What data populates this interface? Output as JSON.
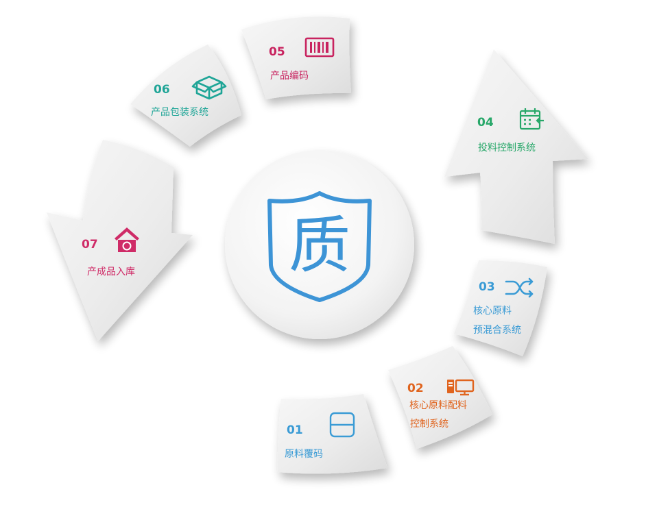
{
  "center": {
    "character": "质",
    "shield_icon": "shield-icon",
    "color": "#3d94d6"
  },
  "steps": [
    {
      "number": "01",
      "lines": [
        "原料覆码"
      ],
      "icon": "scan-frame-icon",
      "color": "#3a9bd5"
    },
    {
      "number": "02",
      "lines": [
        "核心原料配料",
        "控制系统"
      ],
      "icon": "computer-icon",
      "color": "#e0641e"
    },
    {
      "number": "03",
      "lines": [
        "核心原料",
        "预混合系统"
      ],
      "icon": "shuffle-icon",
      "color": "#3a9bd5"
    },
    {
      "number": "04",
      "lines": [
        "投料控制系统"
      ],
      "icon": "calendar-icon",
      "color": "#27a769"
    },
    {
      "number": "05",
      "lines": [
        "产品编码"
      ],
      "icon": "barcode-icon",
      "color": "#c8235f"
    },
    {
      "number": "06",
      "lines": [
        "产品包装系统"
      ],
      "icon": "package-box-icon",
      "color": "#1fa597"
    },
    {
      "number": "07",
      "lines": [
        "产成品入库"
      ],
      "icon": "warehouse-icon",
      "color": "#cf2b67"
    }
  ]
}
